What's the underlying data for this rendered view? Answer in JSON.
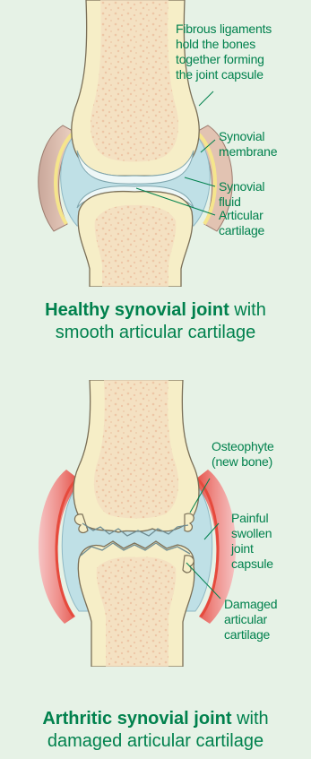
{
  "healthy": {
    "labels": {
      "ligaments": [
        "Fibrous ligaments",
        "hold the bones",
        "together forming",
        "the joint capsule"
      ],
      "membrane": [
        "Synovial",
        "membrane"
      ],
      "fluid": [
        "Synovial",
        "fluid"
      ],
      "cartilage": [
        "Articular",
        "cartilage"
      ]
    },
    "caption_bold": "Healthy synovial joint",
    "caption_rest": " with",
    "caption_line2": "smooth articular cartilage"
  },
  "arthritic": {
    "labels": {
      "osteophyte": [
        "Osteophyte",
        "(new bone)"
      ],
      "capsule": [
        "Painful",
        "swollen",
        "joint",
        "capsule"
      ],
      "damaged": [
        "Damaged",
        "articular",
        "cartilage"
      ]
    },
    "caption_bold": "Arthritic synovial joint",
    "caption_rest": " with",
    "caption_line2": "damaged articular cartilage"
  },
  "colors": {
    "background": "#e6f2e6",
    "text": "#00814d",
    "bone": "#f6eec7",
    "marrow": "#f0cbb0",
    "fluid": "#bfe0e6",
    "capsule_healthy": "#e6bfa5",
    "inflamed": "#e64a3c"
  }
}
